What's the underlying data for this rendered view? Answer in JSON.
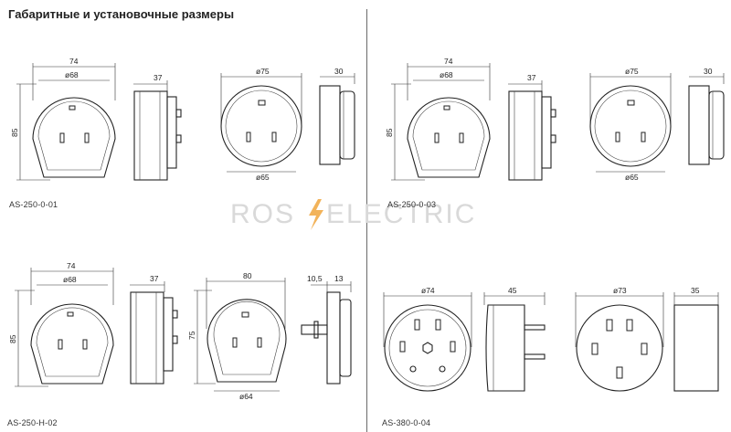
{
  "title": "Габаритные и установочные размеры",
  "watermark": {
    "left": "ROS",
    "right": "ELECTRIC",
    "bolt_color": "#f2b35a"
  },
  "models": {
    "m1": "AS-250-0-01",
    "m2": "AS-250-0-03",
    "m3": "AS-250-H-02",
    "m4": "AS-380-0-04"
  },
  "dims": {
    "m1": {
      "w": "74",
      "d": "ø68",
      "h": "85",
      "side": "37",
      "rw": "ø75",
      "rb": "ø65",
      "rs": "30"
    },
    "m2": {
      "w": "74",
      "d": "ø68",
      "h": "85",
      "side": "37",
      "rw": "ø75",
      "rb": "ø65",
      "rs": "30"
    },
    "m3": {
      "w": "74",
      "d": "ø68",
      "h": "85",
      "side": "37",
      "w2": "80",
      "h2": "75",
      "b2": "ø64",
      "s1": "10,5",
      "s2": "13"
    },
    "m4": {
      "d1": "ø74",
      "s1": "45",
      "d2": "ø73",
      "s2": "35"
    }
  }
}
